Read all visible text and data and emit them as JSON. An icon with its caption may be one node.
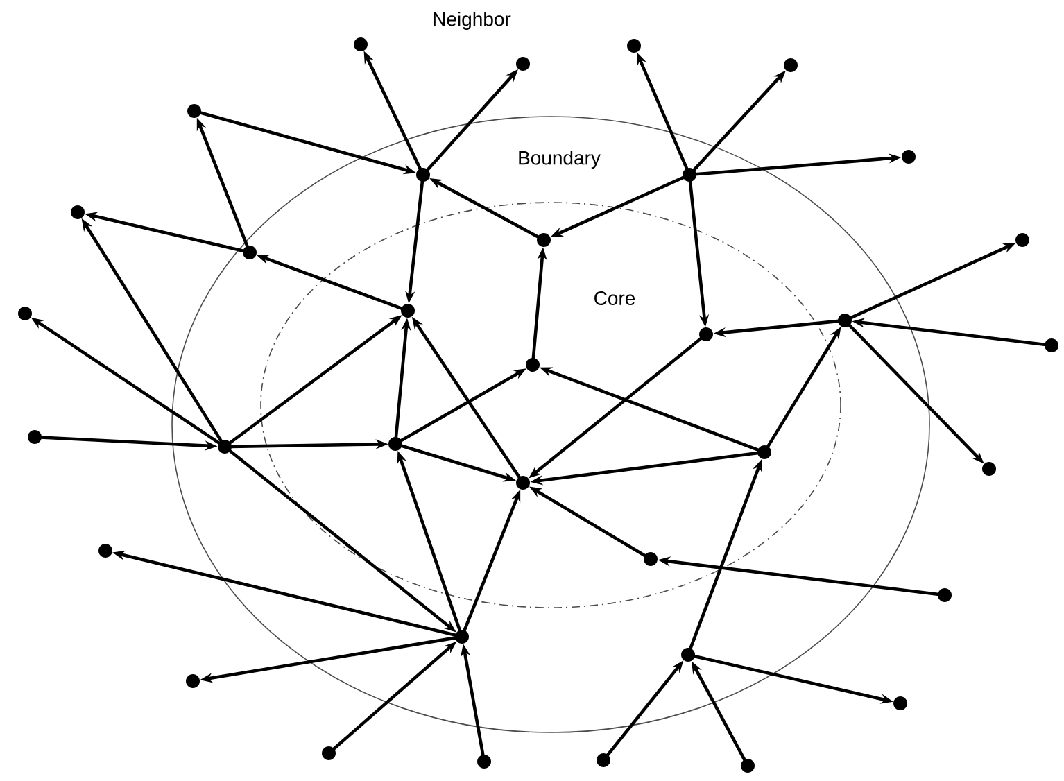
{
  "diagram": {
    "nodes": [
      {
        "text": [],
        "shape": "circle"
      },
      {
        "text": [],
        "shape": "circle"
      },
      {
        "text": [],
        "shape": "circle"
      },
      {
        "text": [],
        "shape": "circle"
      },
      {
        "text": [],
        "shape": "circle"
      },
      {
        "text": [],
        "shape": "circle"
      },
      {
        "text": [],
        "shape": "circle"
      },
      {
        "text": [],
        "shape": "circle"
      },
      {
        "text": [],
        "shape": "circle"
      },
      {
        "text": [],
        "shape": "circle"
      },
      {
        "text": [],
        "shape": "circle"
      },
      {
        "text": [],
        "shape": "circle"
      },
      {
        "text": [],
        "shape": "circle"
      },
      {
        "text": [],
        "shape": "circle"
      },
      {
        "text": [],
        "shape": "circle"
      },
      {
        "text": [],
        "shape": "circle"
      },
      {
        "text": [],
        "shape": "circle"
      },
      {
        "text": [],
        "shape": "circle"
      },
      {
        "text": [],
        "shape": "circle"
      },
      {
        "text": [],
        "shape": "circle"
      },
      {
        "text": [],
        "shape": "circle"
      },
      {
        "text": [],
        "shape": "circle"
      },
      {
        "text": [],
        "shape": "circle"
      },
      {
        "text": [],
        "shape": "circle"
      },
      {
        "text": [],
        "shape": "circle"
      },
      {
        "text": [],
        "shape": "circle"
      },
      {
        "text": [],
        "shape": "circle"
      },
      {
        "text": [],
        "shape": "circle"
      },
      {
        "text": [],
        "shape": "circle"
      },
      {
        "text": [],
        "shape": "circle"
      },
      {
        "text": [],
        "shape": "circle"
      },
      {
        "text": [],
        "shape": "circle"
      },
      {
        "text": [],
        "shape": "circle"
      },
      {
        "text": [],
        "shape": "circle"
      },
      {
        "text": [],
        "shape": "circle"
      }
    ],
    "edges": [
      {
        "from": 5,
        "to": 0,
        "arrow": "to"
      },
      {
        "from": 5,
        "to": 1,
        "arrow": "to"
      },
      {
        "from": 4,
        "to": 5,
        "arrow": "to"
      },
      {
        "from": 10,
        "to": 5,
        "arrow": "to"
      },
      {
        "from": 5,
        "to": 13,
        "arrow": "to"
      },
      {
        "from": 6,
        "to": 2,
        "arrow": "to"
      },
      {
        "from": 6,
        "to": 3,
        "arrow": "to"
      },
      {
        "from": 6,
        "to": 7,
        "arrow": "to"
      },
      {
        "from": 6,
        "to": 10,
        "arrow": "to"
      },
      {
        "from": 6,
        "to": 14,
        "arrow": "to"
      },
      {
        "from": 9,
        "to": 4,
        "arrow": "to"
      },
      {
        "from": 9,
        "to": 8,
        "arrow": "to"
      },
      {
        "from": 13,
        "to": 9,
        "arrow": "to"
      },
      {
        "from": 19,
        "to": 8,
        "arrow": "to"
      },
      {
        "from": 19,
        "to": 12,
        "arrow": "to"
      },
      {
        "from": 19,
        "to": 13,
        "arrow": "to"
      },
      {
        "from": 18,
        "to": 19,
        "arrow": "to"
      },
      {
        "from": 19,
        "to": 20,
        "arrow": "to"
      },
      {
        "from": 19,
        "to": 27,
        "arrow": "to"
      },
      {
        "from": 20,
        "to": 13,
        "arrow": "to"
      },
      {
        "from": 20,
        "to": 17,
        "arrow": "to"
      },
      {
        "from": 20,
        "to": 22,
        "arrow": "to"
      },
      {
        "from": 17,
        "to": 10,
        "arrow": "to"
      },
      {
        "from": 22,
        "to": 13,
        "arrow": "to"
      },
      {
        "from": 14,
        "to": 22,
        "arrow": "to"
      },
      {
        "from": 21,
        "to": 17,
        "arrow": "to"
      },
      {
        "from": 21,
        "to": 22,
        "arrow": "to"
      },
      {
        "from": 25,
        "to": 22,
        "arrow": "to"
      },
      {
        "from": 26,
        "to": 25,
        "arrow": "to"
      },
      {
        "from": 21,
        "to": 15,
        "arrow": "to"
      },
      {
        "from": 15,
        "to": 14,
        "arrow": "to"
      },
      {
        "from": 15,
        "to": 11,
        "arrow": "to"
      },
      {
        "from": 16,
        "to": 15,
        "arrow": "to"
      },
      {
        "from": 15,
        "to": 23,
        "arrow": "to"
      },
      {
        "from": 28,
        "to": 21,
        "arrow": "to"
      },
      {
        "from": 28,
        "to": 30,
        "arrow": "to"
      },
      {
        "from": 33,
        "to": 28,
        "arrow": "to"
      },
      {
        "from": 34,
        "to": 28,
        "arrow": "to"
      },
      {
        "from": 27,
        "to": 20,
        "arrow": "to"
      },
      {
        "from": 27,
        "to": 22,
        "arrow": "to"
      },
      {
        "from": 27,
        "to": 24,
        "arrow": "to"
      },
      {
        "from": 27,
        "to": 29,
        "arrow": "to"
      },
      {
        "from": 31,
        "to": 27,
        "arrow": "to"
      },
      {
        "from": 32,
        "to": 27,
        "arrow": "to"
      }
    ],
    "labels": [
      "Neighbor",
      "Boundary",
      "Core"
    ]
  }
}
